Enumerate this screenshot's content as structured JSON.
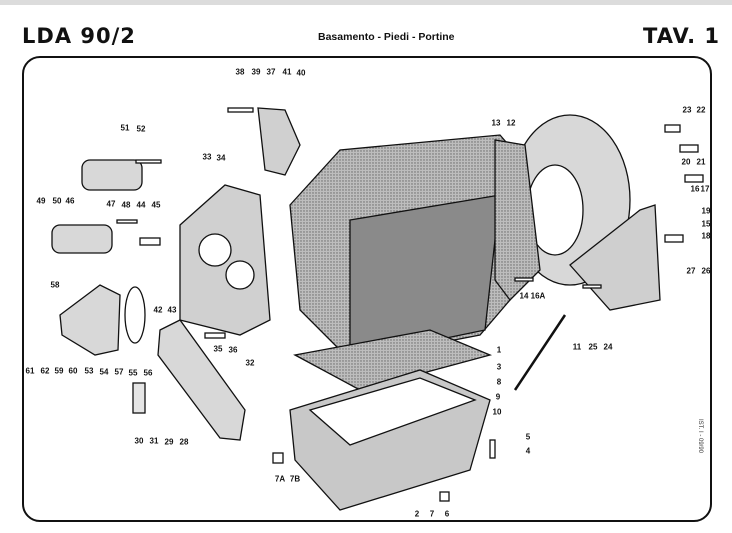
{
  "header": {
    "model": "LDA 90/2",
    "subtitle": "Basamento - Piedi - Portine",
    "plate": "TAV. 1"
  },
  "side_note": "IST. I - 09/90",
  "part_labels": [
    "38",
    "39",
    "37",
    "41",
    "40",
    "51",
    "52",
    "33",
    "34",
    "49",
    "50",
    "46",
    "47",
    "48",
    "44",
    "45",
    "58",
    "42",
    "43",
    "61",
    "62",
    "59",
    "60",
    "53",
    "54",
    "57",
    "55",
    "56",
    "35",
    "36",
    "32",
    "30",
    "31",
    "29",
    "28",
    "7A",
    "7B",
    "13",
    "12",
    "23",
    "22",
    "20",
    "21",
    "16",
    "17",
    "19",
    "15",
    "18",
    "27",
    "26",
    "14",
    "16A",
    "1",
    "11",
    "25",
    "24",
    "3",
    "8",
    "9",
    "10",
    "5",
    "4",
    "2",
    "7",
    "6"
  ],
  "colors": {
    "ink": "#111111",
    "shade": "#9a9a9a"
  }
}
